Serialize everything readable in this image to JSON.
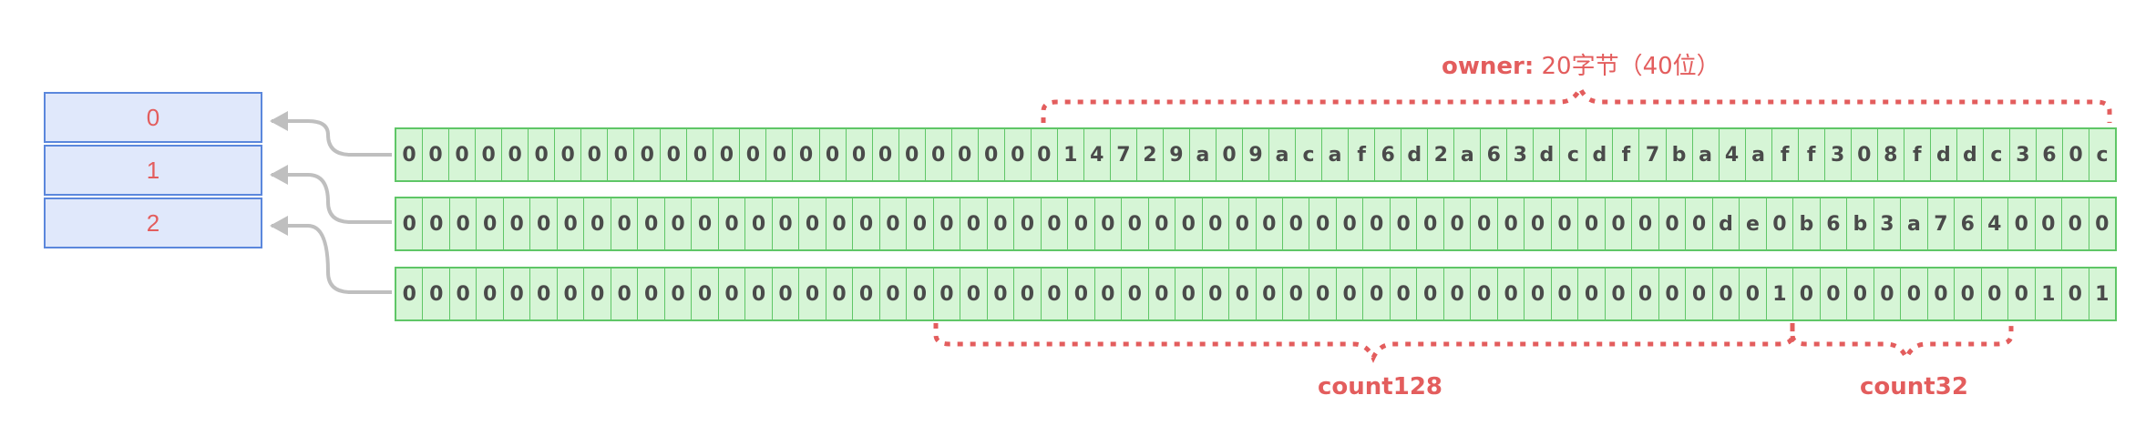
{
  "slots": [
    {
      "index": "0"
    },
    {
      "index": "1"
    },
    {
      "index": "2"
    }
  ],
  "rows": [
    "0000000000000000000000000147 29a09acaf6d2a63dcdf7ba4aff308fddc360c",
    "0000000000000000000000000000000000000000000000000de0b6b3a7640000",
    "0000000000000000000000000000000000000000000000000001000000000101"
  ],
  "annotations": {
    "owner_key": "owner:",
    "owner_desc": "20字节（40位）",
    "count128": "count128",
    "count32": "count32"
  },
  "colors": {
    "slot_fill": "#e0e8fb",
    "slot_border": "#5b87dc",
    "cell_fill": "#d6f5d6",
    "cell_border": "#5fc667",
    "annotation": "#e35d5d",
    "arrow": "#bfbfbf"
  }
}
